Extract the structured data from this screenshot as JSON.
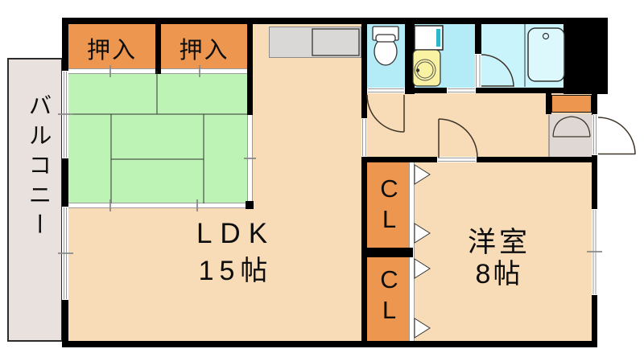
{
  "page": {
    "type": "apartment-floor-plan"
  },
  "labels": {
    "balcony": "バルコニー",
    "oshiire_left": "押入",
    "oshiire_right": "押入",
    "cl_upper": "CL",
    "cl_lower": "CL"
  },
  "rooms": {
    "ldk": {
      "name": "LDK",
      "size": "15帖"
    },
    "western": {
      "name": "洋室",
      "size": "8帖"
    },
    "tatami": {
      "name": "",
      "mats": 6
    }
  },
  "fixtures": [
    "kitchen-counter",
    "kitchen-sink",
    "toilet",
    "washing-machine-pan",
    "washbasin",
    "bathtub",
    "shoe-cabinet",
    "entrance-double-doors",
    "tatami-mats",
    "entrance-door",
    "sliding-windows"
  ],
  "colors": {
    "wall": "#000000",
    "floor": "#f8dcb8",
    "tatami": "#bdf3b5",
    "closet_orange": "#ec964f",
    "water_room_cyan": "#b3ecf7",
    "bath_cyan": "#c9f4fb",
    "basin_yellow": "#f8f2a2",
    "balcony_gray": "#e8e1de",
    "entrance_gray": "#ded7d4",
    "counter_gray": "#d9d8d6"
  }
}
